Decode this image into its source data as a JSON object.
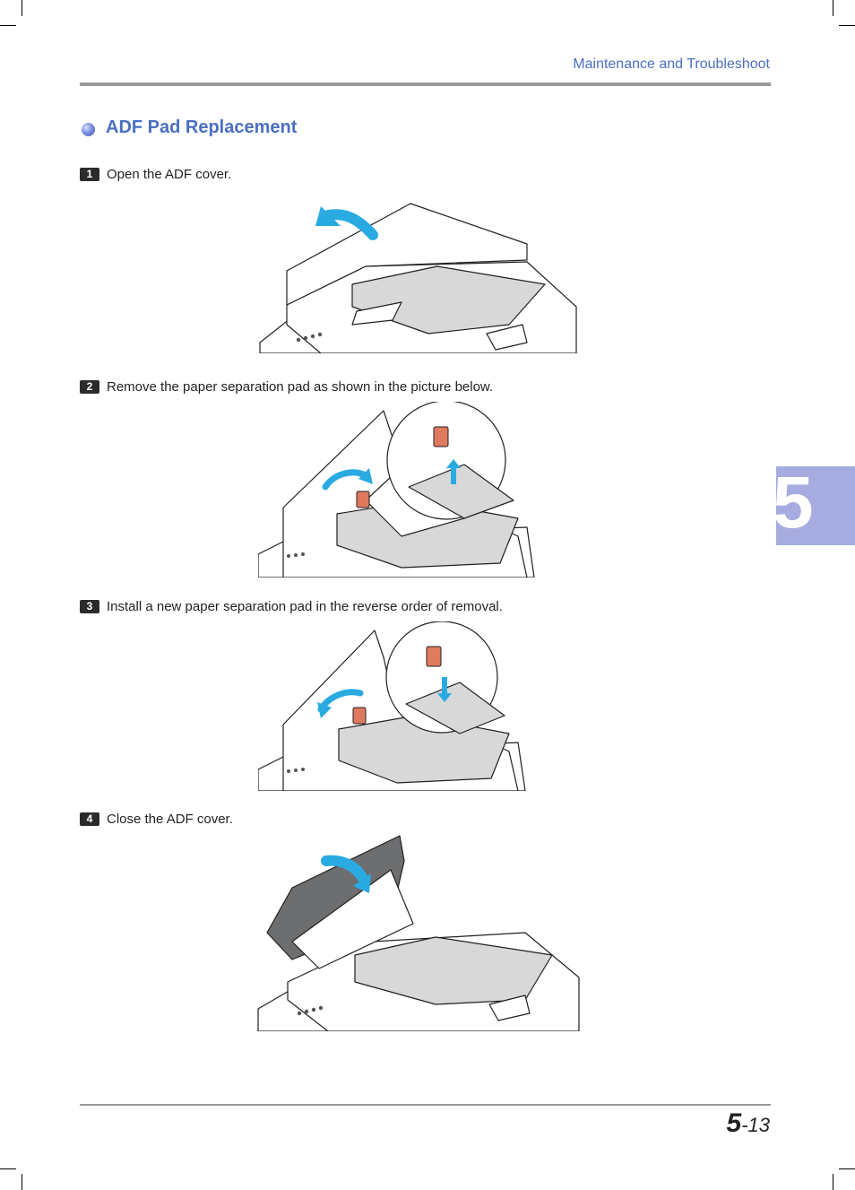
{
  "header": {
    "title": "Maintenance and Troubleshoot"
  },
  "section": {
    "title": "ADF Pad Replacement"
  },
  "steps": [
    {
      "number": "1",
      "text": "Open the ADF cover."
    },
    {
      "number": "2",
      "text": "Remove the paper separation pad as shown in the picture below."
    },
    {
      "number": "3",
      "text": "Install a new paper separation pad in the reverse order of removal."
    },
    {
      "number": "4",
      "text": "Close the ADF cover."
    }
  ],
  "chapter_tab": {
    "label": "5",
    "color": "#a6acdf"
  },
  "page_number": {
    "chapter": "5",
    "separator": "-",
    "page": "13"
  },
  "colors": {
    "accent": "#4a6fc1",
    "arrow": "#29abe2",
    "pad": "#e07a5f"
  }
}
